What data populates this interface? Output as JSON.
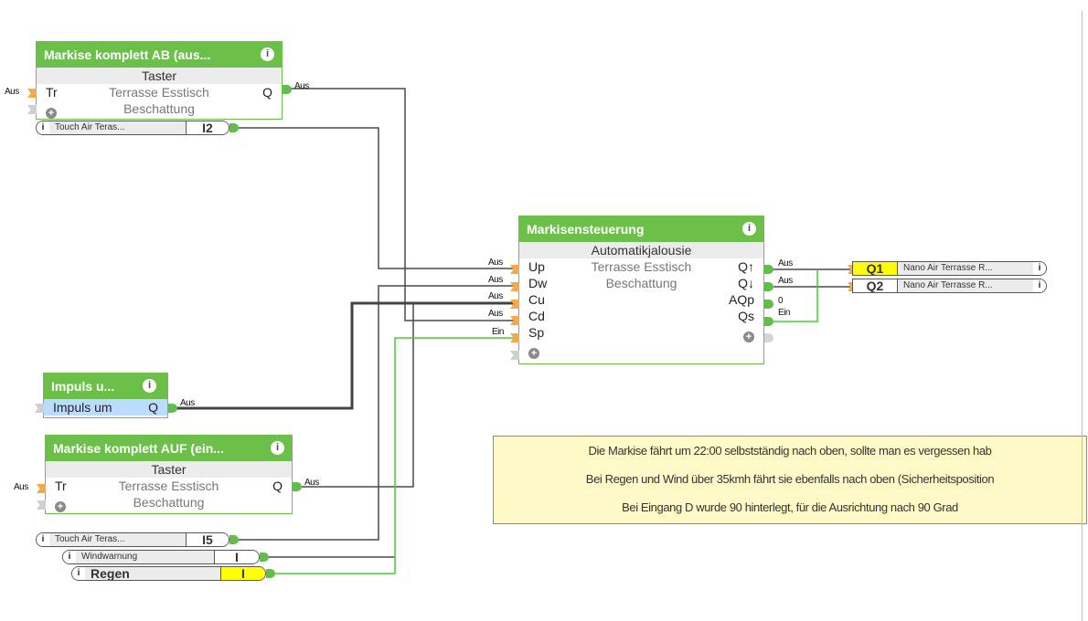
{
  "blocks": {
    "ab": {
      "title": "Markise komplett AB (aus...",
      "type": "Taster",
      "in_pin": "Tr",
      "out_pin": "Q",
      "line1": "Terrasse Esstisch",
      "line2": "Beschattung",
      "in_value": "Aus",
      "out_value": "Aus"
    },
    "impuls": {
      "title": "Impuls u...",
      "row_label": "Impuls um",
      "out_pin": "Q",
      "out_value": "Aus"
    },
    "auf": {
      "title": "Markise komplett AUF (ein...",
      "type": "Taster",
      "in_pin": "Tr",
      "out_pin": "Q",
      "line1": "Terrasse Esstisch",
      "line2": "Beschattung",
      "in_value": "Aus",
      "out_value": "Aus"
    },
    "steuerung": {
      "title": "Markisensteuerung",
      "type": "Automatikjalousie",
      "line1": "Terrasse Esstisch",
      "line2": "Beschattung",
      "inputs": [
        {
          "pin": "Up",
          "value": "Aus"
        },
        {
          "pin": "Dw",
          "value": "Aus"
        },
        {
          "pin": "Cu",
          "value": "Aus"
        },
        {
          "pin": "Cd",
          "value": "Aus"
        },
        {
          "pin": "Sp",
          "value": "Ein"
        }
      ],
      "outputs": [
        {
          "pin": "Q↑",
          "value": "Aus"
        },
        {
          "pin": "Q↓",
          "value": "Aus"
        },
        {
          "pin": "AQp",
          "value": "0"
        },
        {
          "pin": "Qs",
          "value": "Ein"
        }
      ]
    }
  },
  "refs": {
    "i2": {
      "name": "Touch Air Teras...",
      "channel": "I2"
    },
    "i5": {
      "name": "Touch Air Teras...",
      "channel": "I5"
    },
    "wind": {
      "name": "Windwarnung",
      "channel": "I"
    },
    "regen": {
      "name": "Regen",
      "channel": "I"
    },
    "q1": {
      "name": "Nano Air Terrasse R...",
      "channel": "Q1"
    },
    "q2": {
      "name": "Nano Air Terrasse R...",
      "channel": "Q2"
    }
  },
  "icons": {
    "info": "i",
    "plus": "+"
  },
  "colors": {
    "block_green": "#6cc04a",
    "wire_dark": "#4a4a4a",
    "wire_green": "#4cc83a",
    "highlight_yellow": "#ffff00",
    "note_bg": "#fff9c7",
    "input_orange": "#f6a94a"
  },
  "note": {
    "lines": [
      "Die Markise fährt um 22:00 selbstständig nach oben, sollte man es vergessen hab",
      "Bei Regen und Wind über 35kmh fährt sie ebenfalls nach oben (Sicherheitsposition",
      "Bei Eingang D wurde 90 hinterlegt, für die Ausrichtung nach 90 Grad"
    ]
  }
}
